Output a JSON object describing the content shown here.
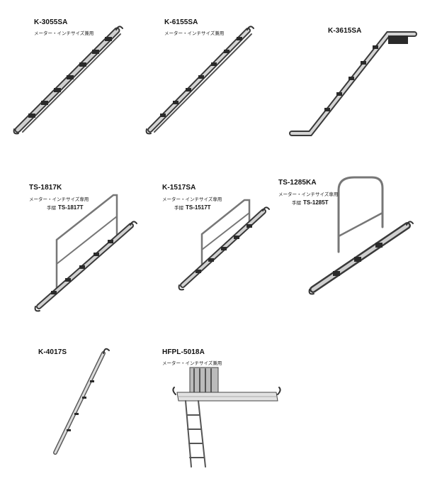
{
  "products": [
    {
      "code": "K-3055SA",
      "note": "メーター・インチサイズ兼用"
    },
    {
      "code": "K-6155SA",
      "note": "メーター・インチサイズ兼用"
    },
    {
      "code": "K-3615SA"
    },
    {
      "code": "TS-1817K",
      "note": "メーター・インチサイズ専用",
      "alt_prefix": "手摺",
      "alt_code": "TS-1817T"
    },
    {
      "code": "K-1517SA",
      "note": "メーター・インチサイズ専用",
      "alt_prefix": "手摺",
      "alt_code": "TS-1517T"
    },
    {
      "code": "TS-1285KA",
      "note": "メーター・インチサイズ専用",
      "alt_prefix": "手摺",
      "alt_code": "TS-1285T"
    },
    {
      "code": "K-4017S"
    },
    {
      "code": "HFPL-5018A",
      "note": "メーター・インチサイズ兼用"
    }
  ],
  "colors": {
    "metal_light": "#d9d9d9",
    "metal_mid": "#9a9a9a",
    "metal_dark": "#3a3a3a",
    "text": "#111111"
  }
}
